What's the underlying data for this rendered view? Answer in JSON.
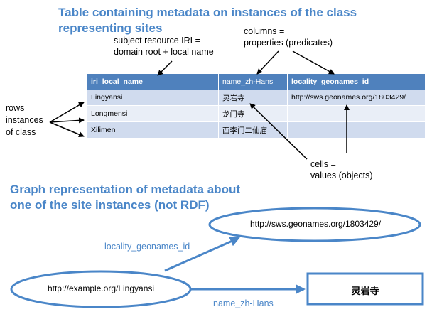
{
  "table_section": {
    "heading_line1": "Table containing metadata on instances of the class",
    "heading_line2": "representing sites",
    "columns": [
      "iri_local_name",
      "name_zh-Hans",
      "locality_geonames_id"
    ],
    "rows": [
      [
        "Lingyansi",
        "灵岩寺",
        "http://sws.geonames.org/1803429/"
      ],
      [
        "Longmensi",
        "龙门寺",
        ""
      ],
      [
        "Xilimen",
        "西李门二仙庙",
        ""
      ]
    ],
    "annotations": {
      "subject_line1": "subject resource IRI =",
      "subject_line2": "domain root + local name",
      "columns_line1": "columns =",
      "columns_line2": "properties (predicates)",
      "rows_line1": "rows =",
      "rows_line2": "instances",
      "rows_line3": "of class",
      "cells_line1": "cells =",
      "cells_line2": "values (objects)"
    }
  },
  "graph_section": {
    "heading_line1": "Graph representation of metadata about",
    "heading_line2": "one of the site instances (not RDF)",
    "subject_node": "http://example.org/Lingyansi",
    "object_node_uri": "http://sws.geonames.org/1803429/",
    "object_node_literal": "灵岩寺",
    "edge_geonames": "locality_geonames_id",
    "edge_name": "name_zh-Hans"
  },
  "colors": {
    "accent": "#4a86c8",
    "table_header": "#4f81bd",
    "table_row_odd": "#d0dbee",
    "table_row_even": "#e9eef7"
  }
}
